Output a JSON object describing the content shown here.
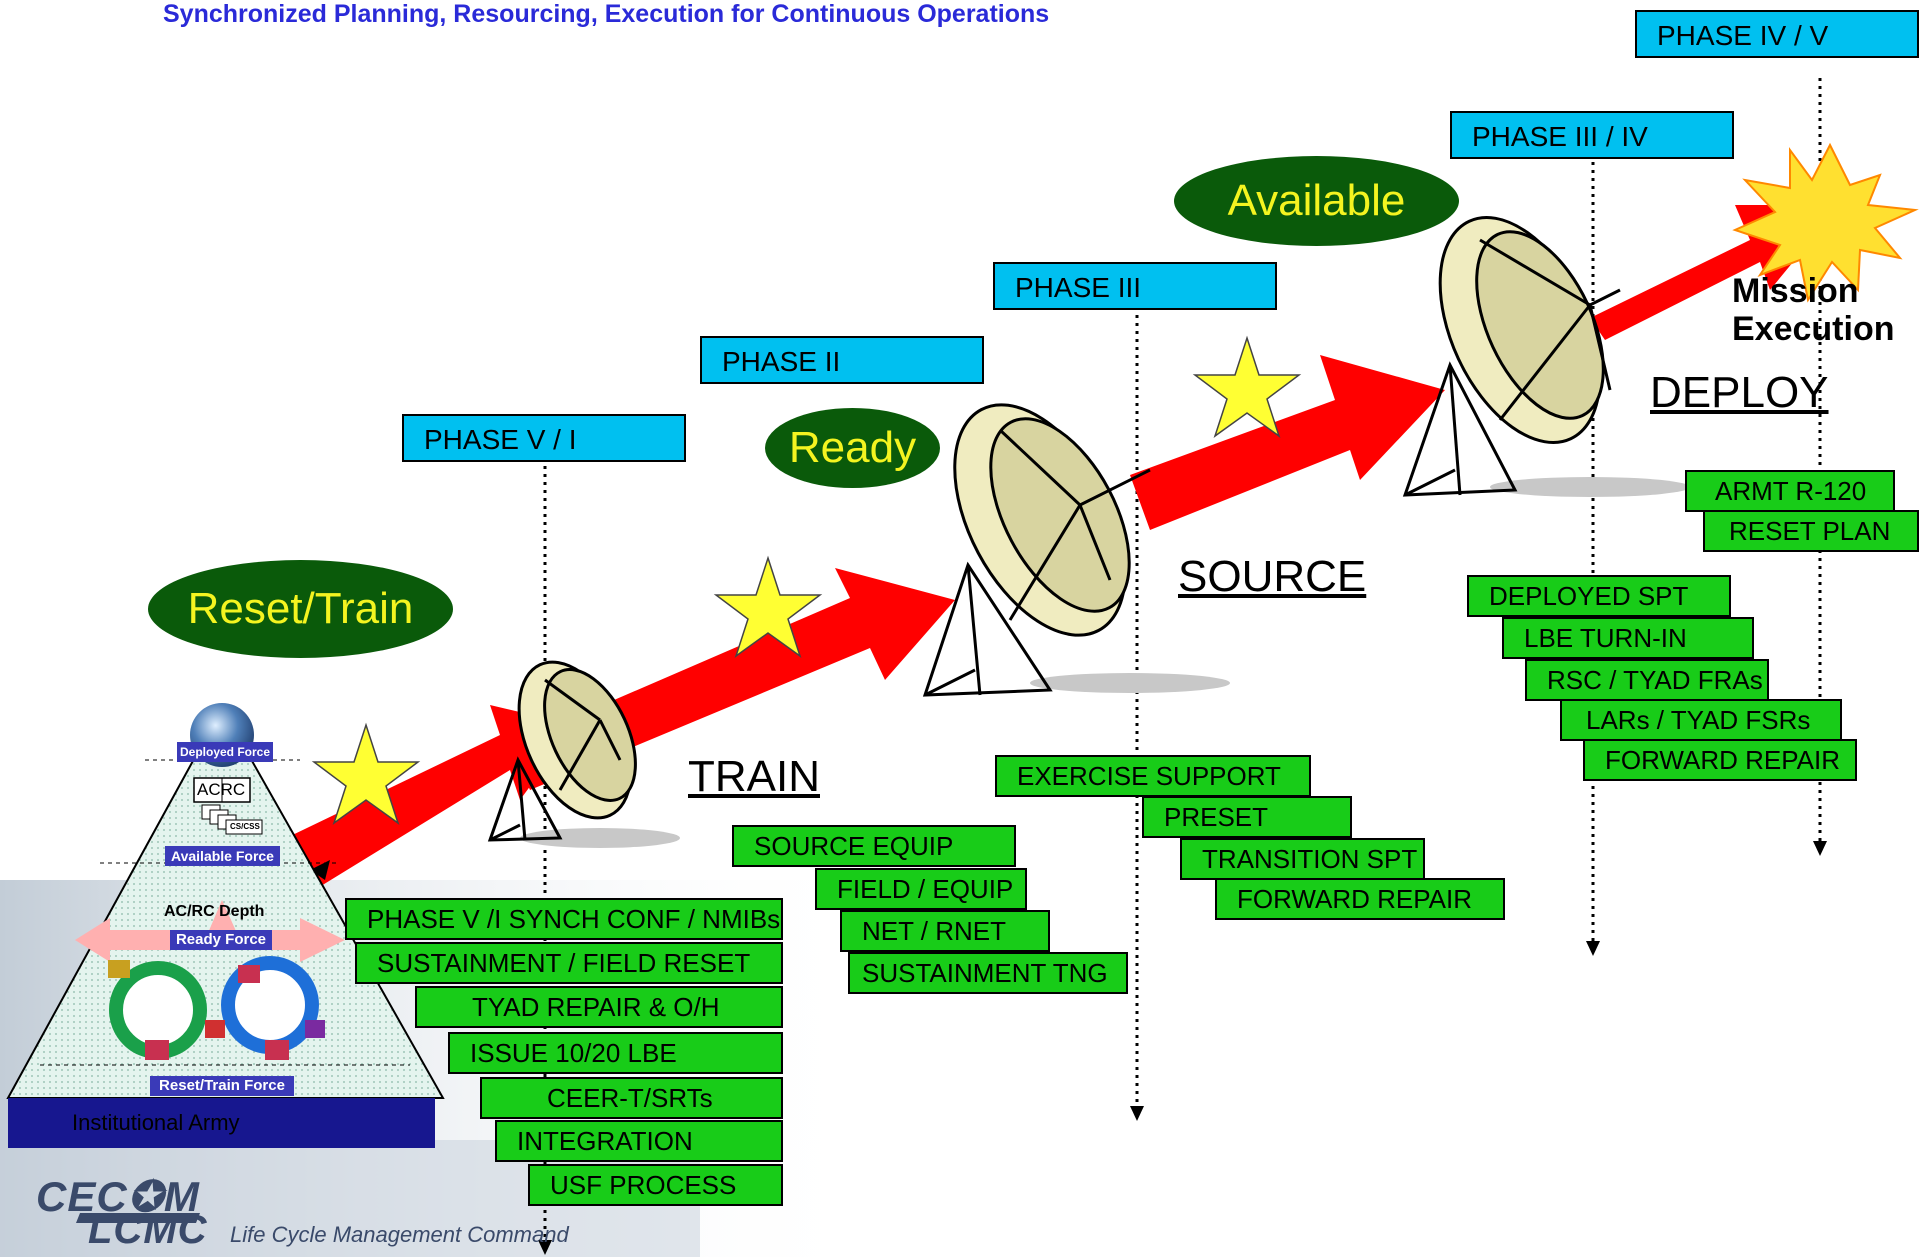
{
  "header": {
    "title": "Synchronized Planning, Resourcing, Execution for Continuous Operations"
  },
  "phases": {
    "phase_v_i": "PHASE V / I",
    "phase_ii": "PHASE II",
    "phase_iii": "PHASE III",
    "phase_iii_iv": "PHASE III / IV",
    "phase_iv_v": "PHASE IV / V"
  },
  "states": {
    "reset_train": "Reset/Train",
    "ready": "Ready",
    "available": "Available"
  },
  "stages": {
    "train": "TRAIN",
    "source": "SOURCE",
    "deploy": "DEPLOY",
    "mission": [
      "Mission",
      "Execution"
    ]
  },
  "reset_tasks": [
    "PHASE V /I SYNCH CONF / NMIBs",
    "SUSTAINMENT / FIELD RESET",
    "TYAD REPAIR & O/H",
    "ISSUE 10/20 LBE",
    "CEER-T/SRTs",
    "INTEGRATION",
    "USF PROCESS"
  ],
  "train_tasks": [
    "SOURCE EQUIP",
    "FIELD / EQUIP",
    "NET / RNET",
    "SUSTAINMENT TNG"
  ],
  "source_tasks": [
    "EXERCISE SUPPORT",
    "PRESET",
    "TRANSITION SPT",
    "FORWARD REPAIR"
  ],
  "deploy_tasks": [
    "DEPLOYED SPT",
    "LBE TURN-IN",
    "RSC / TYAD FRAs",
    "LARs / TYAD FSRs",
    "FORWARD REPAIR"
  ],
  "mission_tasks": [
    "ARMT R-120",
    "RESET PLAN"
  ],
  "pyramid": {
    "deployed_force": "Deployed Force",
    "available_force": "Available Force",
    "depth": "AC/RC Depth",
    "ready_force": "Ready Force",
    "reset_train_force": "Reset/Train Force",
    "institutional": "Institutional Army",
    "ac": "AC",
    "rc": "RC",
    "cs_css": "CS/CSS"
  },
  "logo": {
    "cecom": "CEC",
    "lcmc": "LCMC",
    "tagline": "Life Cycle Management Command"
  },
  "colors": {
    "phase_box": "#00c0f0",
    "task_box": "#18cc18",
    "arrow": "#ff0000",
    "oval": "#0a5a0a",
    "oval_text": "#f4f420",
    "title": "#2a2ad8"
  }
}
